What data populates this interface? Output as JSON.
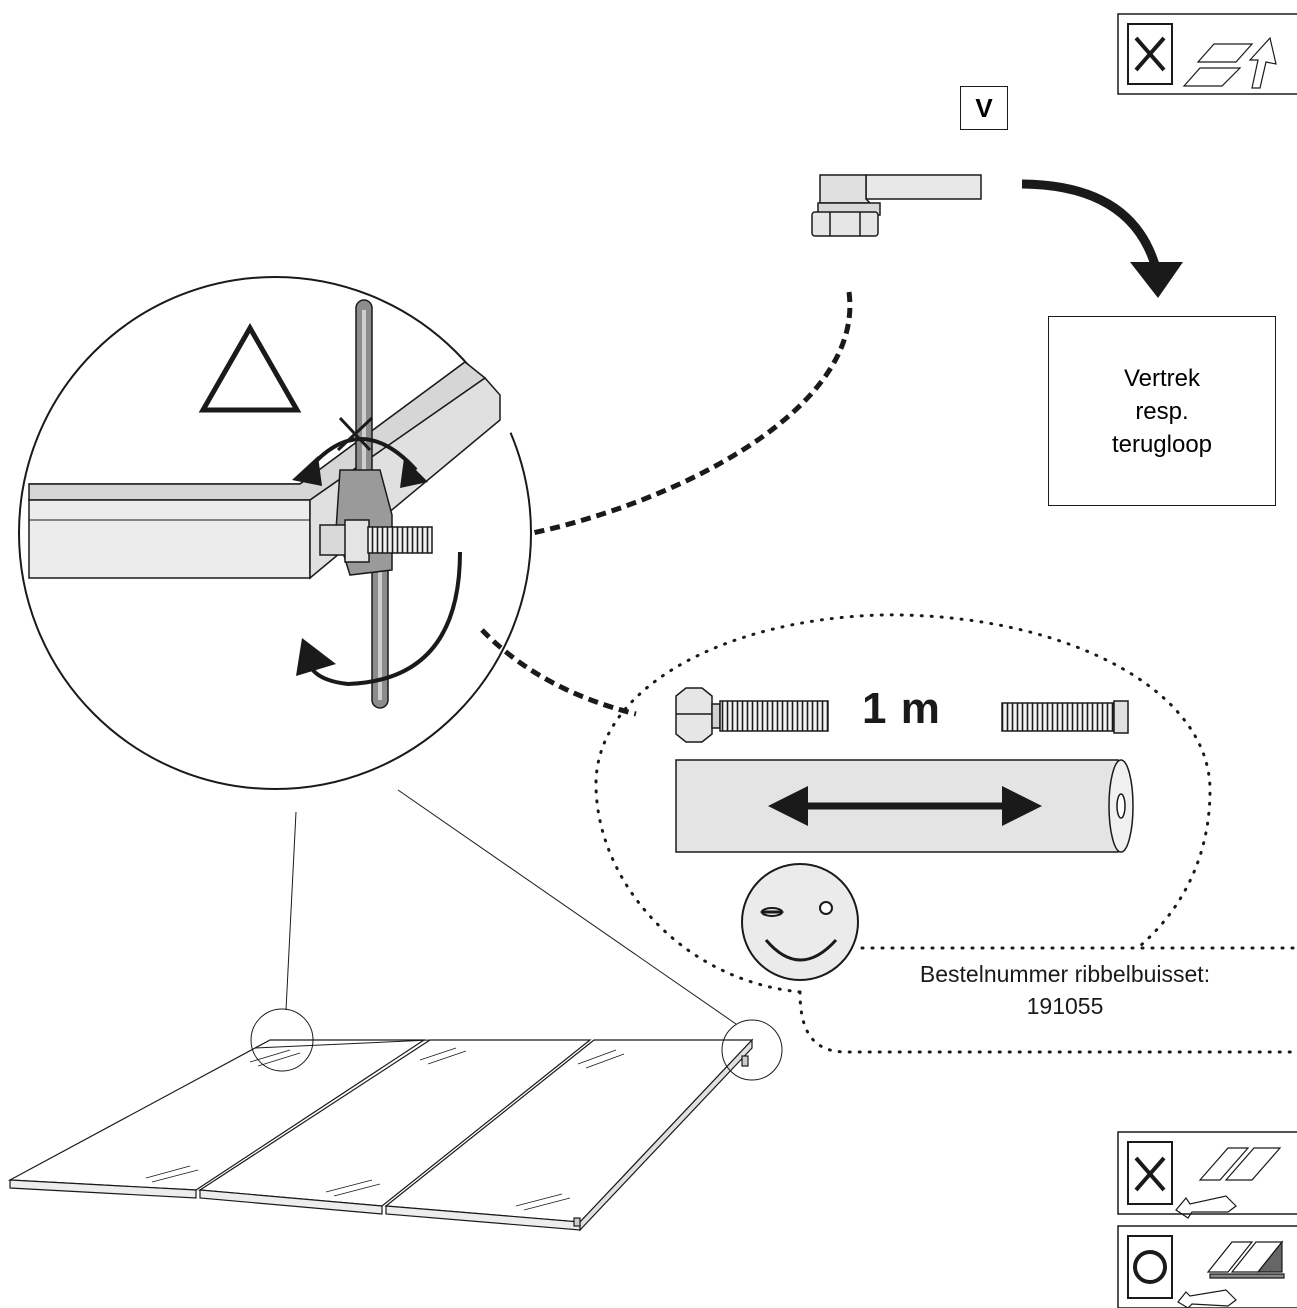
{
  "badge": {
    "label": "V"
  },
  "target_box": {
    "lines": [
      "Vertrek",
      "resp.",
      "terugloop"
    ]
  },
  "hose": {
    "length_label": "1 m"
  },
  "order_note": {
    "line1": "Bestelnummer ribbelbuisset:",
    "line2": "191055"
  },
  "legend": [
    {
      "symbol": "cross-icon",
      "meaning_icon": "roof-mount-upright-icon"
    },
    {
      "symbol": "cross-icon",
      "meaning_icon": "roof-mount-horizontal-icon"
    },
    {
      "symbol": "circle-icon",
      "meaning_icon": "flat-roof-frame-icon"
    }
  ],
  "colors": {
    "line": "#1a1a1a",
    "fill_gray": "#e6e6e6",
    "dark_gray": "#8c8c8c"
  }
}
